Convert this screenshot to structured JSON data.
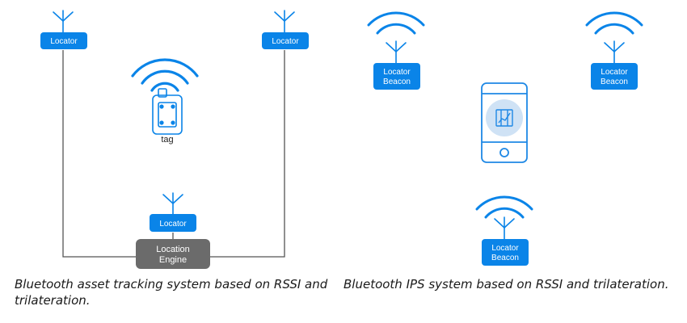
{
  "colors": {
    "accent": "#0a84e8",
    "engine": "#6b6b6b",
    "line": "#555555",
    "phone": "#1e88e5",
    "screen_disc": "#cfe2f5"
  },
  "left_diagram": {
    "locator_label": "Locator",
    "tag_label": "tag",
    "engine_label_line1": "Location",
    "engine_label_line2": "Engine",
    "caption": "Bluetooth asset tracking system based on RSSI and trilateration."
  },
  "right_diagram": {
    "beacon_label_line1": "Locator",
    "beacon_label_line2": "Beacon",
    "caption": "Bluetooth IPS system based on RSSI and trilateration."
  },
  "icons": [
    "antenna-icon",
    "wifi-signal-icon",
    "asset-tag-icon",
    "smartphone-icon",
    "map-icon"
  ]
}
